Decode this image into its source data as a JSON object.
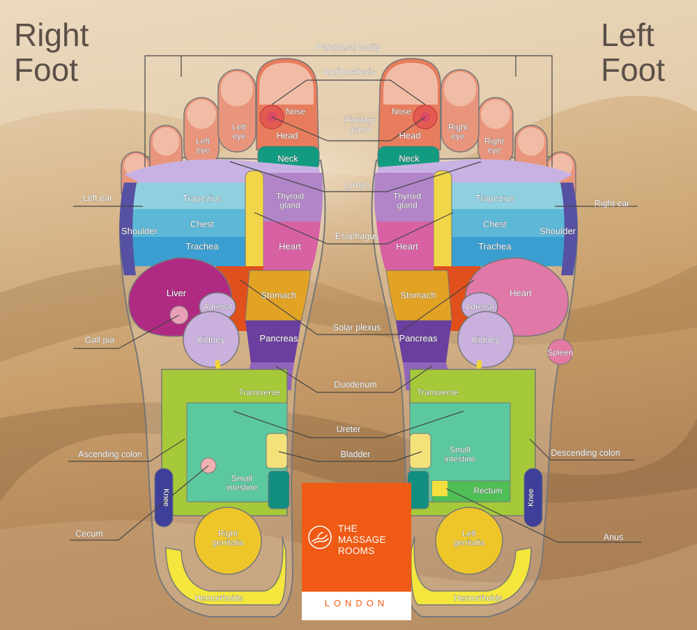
{
  "titles": {
    "right_foot": "Right\nFoot",
    "left_foot": "Left\nFoot"
  },
  "logo": {
    "line1": "THE",
    "line2": "MASSAGE",
    "line3": "ROOMS",
    "city": "LONDON",
    "brand_color": "#ef5a14"
  },
  "callouts": {
    "paranasal_cavity": "Paranasal cavity",
    "angiomatosis": "Angiomatosis",
    "pituitary_gland": "Pituitary\ngland",
    "lymph": "Lymph",
    "left_ear": "Left ear",
    "right_ear": "Right ear",
    "esophagus": "Esophagus",
    "solar_plexus": "Solar plexus",
    "gall_pia": "Gall pia",
    "duodenum": "Duodenum",
    "ureter": "Ureter",
    "bladder": "Bladder",
    "ascending_colon": "Ascending colon",
    "descending_colon": "Descending colon",
    "cecum": "Cecum",
    "anus": "Anus"
  },
  "regions": {
    "nose": "Nose",
    "head": "Head",
    "left_eye": "Left\neye",
    "right_eye": "Right\neye",
    "neck": "Neck",
    "thyroid_gland": "Thyroid\ngland",
    "trapezius": "Trapezius",
    "chest": "Chest",
    "trachea": "Trachea",
    "shoulder": "Shoulder",
    "heart": "Heart",
    "liver": "Liver",
    "adrenal": "Adrenal",
    "stomach": "Stomach",
    "kidney": "Kidney",
    "pancreas": "Pancreas",
    "spleen": "Spleen",
    "transverse": "Transverse",
    "small_intestine": "Small\nintestine",
    "rectum": "Rectum",
    "knee": "Knee",
    "right_genitalia": "Right\ngenitalia",
    "left_genitalia": "Left\ngenitalia",
    "hemorrhoids": "Hemorrhoids"
  },
  "colors": {
    "toe_tip": "#f1bca6",
    "toe_mid": "#e9957c",
    "sinus": "#e25a52",
    "head": "#e87d5e",
    "neck": "#129b80",
    "lymph": "#c8b2e3",
    "trapezius": "#8fd0e0",
    "chest": "#5cb8d6",
    "trachea": "#3a9fd0",
    "shoulder": "#5651a3",
    "heart_left": "#e078a8",
    "liver": "#b02a83",
    "solar": "#e0501c",
    "stomach": "#e2a324",
    "kidney": "#c9b0dd",
    "pancreas": "#6a3fa0",
    "duodenum": "#9066bb",
    "esophagus": "#f2d649",
    "thyroid": "#b285c9",
    "heart_center": "#d761a3",
    "colon_frame": "#a6c93a",
    "colon_inner": "#5cc8a0",
    "rectum": "#4fbf55",
    "bladder": "#f3e27a",
    "anal": "#128e80",
    "genitalia": "#eec62a",
    "hemorrhoids": "#f4e63d",
    "knee": "#3d3f9a",
    "ureter": "#f0d535",
    "spleen": "#e47aa4"
  }
}
